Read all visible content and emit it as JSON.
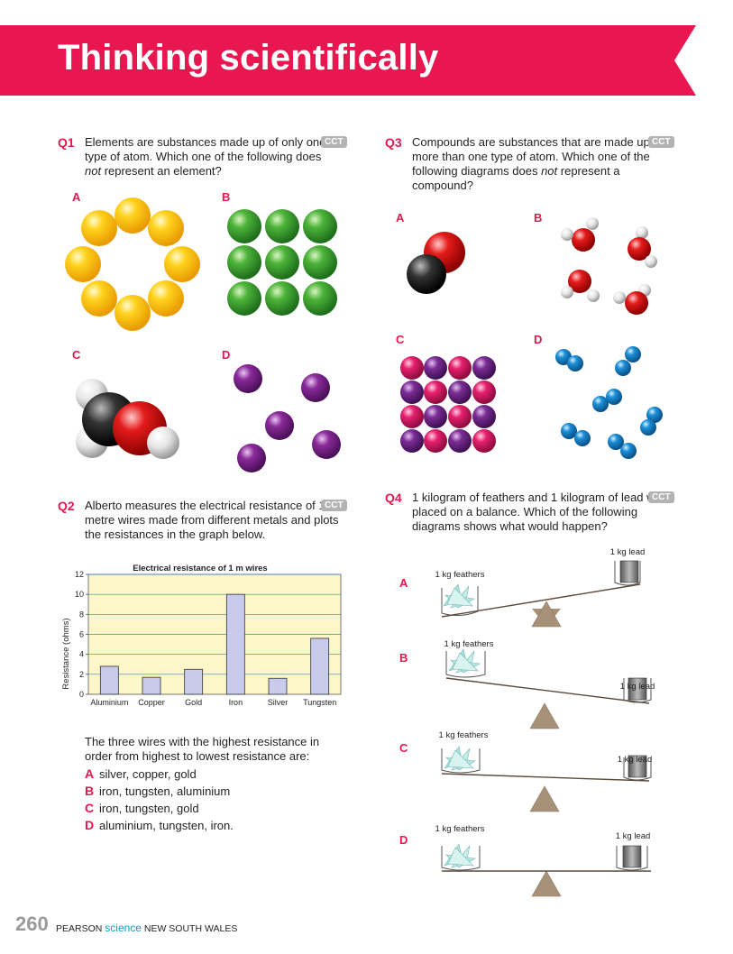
{
  "header": {
    "title": "Thinking scientifically"
  },
  "cct_label": "CCT",
  "q1": {
    "num": "Q1",
    "text_parts": [
      "Elements are substances made up of only one type of atom. Which one of the following does ",
      "not",
      " represent an element?"
    ],
    "options": [
      "A",
      "B",
      "C",
      "D"
    ]
  },
  "q2": {
    "num": "Q2",
    "text": "Alberto measures the electrical resistance of 1-metre wires made from different metals and plots the resistances in the graph below.",
    "prompt": "The three wires with the highest resistance in order from highest to lowest resistance are:",
    "answers": [
      {
        "letter": "A",
        "text": "silver, copper, gold"
      },
      {
        "letter": "B",
        "text": "iron, tungsten, aluminium"
      },
      {
        "letter": "C",
        "text": "iron, tungsten, gold"
      },
      {
        "letter": "D",
        "text": "aluminium, tungsten, iron."
      }
    ]
  },
  "q3": {
    "num": "Q3",
    "text_parts": [
      "Compounds are substances that are made up of more than one type of atom. Which one of the following diagrams does ",
      "not",
      " represent a compound?"
    ],
    "options": [
      "A",
      "B",
      "C",
      "D"
    ]
  },
  "q4": {
    "num": "Q4",
    "text": "1 kilogram of feathers and 1 kilogram of lead were placed on a balance. Which of the following diagrams shows what would happen?",
    "options": [
      "A",
      "B",
      "C",
      "D"
    ],
    "feathers_label": "1 kg feathers",
    "lead_label": "1 kg lead"
  },
  "chart_data": {
    "type": "bar",
    "title": "Electrical resistance of 1 m wires",
    "xlabel": "",
    "ylabel": "Resistance (ohms)",
    "categories": [
      "Aluminium",
      "Copper",
      "Gold",
      "Iron",
      "Silver",
      "Tungsten"
    ],
    "values": [
      2.8,
      1.7,
      2.5,
      10,
      1.6,
      5.6
    ],
    "ylim": [
      0,
      12
    ],
    "yticks": [
      "0",
      "2",
      "4",
      "6",
      "8",
      "10",
      "12"
    ],
    "grid": true,
    "bar_color": "#c9cbec",
    "background_color": "#fdf6c8"
  },
  "footer": {
    "page": "260",
    "publisher": "PEARSON",
    "brand": "science",
    "edition": "NEW SOUTH WALES"
  },
  "colors": {
    "accent": "#e8174f",
    "cct": "#b3b3b3"
  }
}
